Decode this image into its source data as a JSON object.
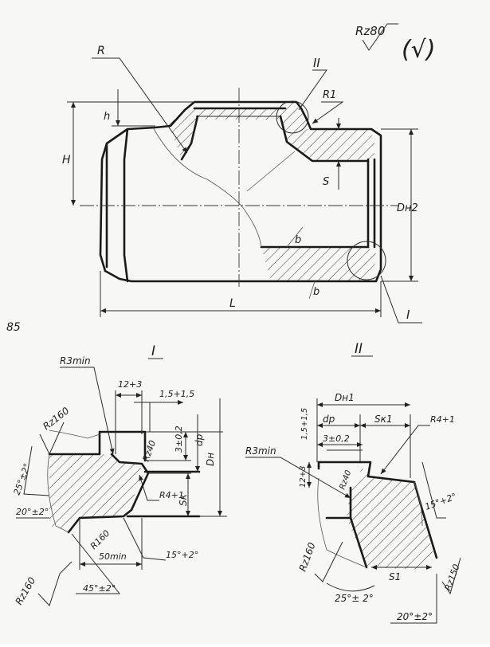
{
  "roughness": {
    "global": "Rz80",
    "symbol": "(√)"
  },
  "main_view": {
    "labels": {
      "R": "R",
      "II": "II",
      "R1": "R1",
      "h": "h",
      "H": "H",
      "S": "S",
      "D_H2": "Dн2",
      "b1": "b",
      "b2": "b",
      "L": "L",
      "I": "I"
    }
  },
  "margin_note": "85",
  "detail_I": {
    "title": "I",
    "labels": {
      "R3min": "R3min",
      "tol_12": "12+3",
      "tol_15": "1,5+1,5",
      "Rz160_a": "Rz160",
      "Rz40": "Rz40",
      "dim_3": "3±0,2",
      "dp": "dp",
      "DH": "Dн",
      "ang_25": "25°±2°",
      "R4": "R4+1",
      "Sk": "Sк",
      "ang_20": "20°±2°",
      "R160": "R160",
      "min50": "50min",
      "ang_15": "15°+2°",
      "Rz160_b": "Rz160",
      "ang_45": "45°±2°"
    }
  },
  "detail_II": {
    "title": "II",
    "labels": {
      "DH1": "Dн1",
      "dp": "dp",
      "Sk1": "Sк1",
      "R4": "R4+1",
      "tol_15": "1,5+1,5",
      "dim_3": "3±0,2",
      "R3min": "R3min",
      "tol_12": "12+3",
      "Rz40": "Rz40",
      "ang_15": "15°+2°",
      "Rz160_a": "Rz160",
      "S1": "S1",
      "Rz150": "Rz150",
      "ang_25": "25°± 2°",
      "ang_20": "20°±2°"
    }
  }
}
